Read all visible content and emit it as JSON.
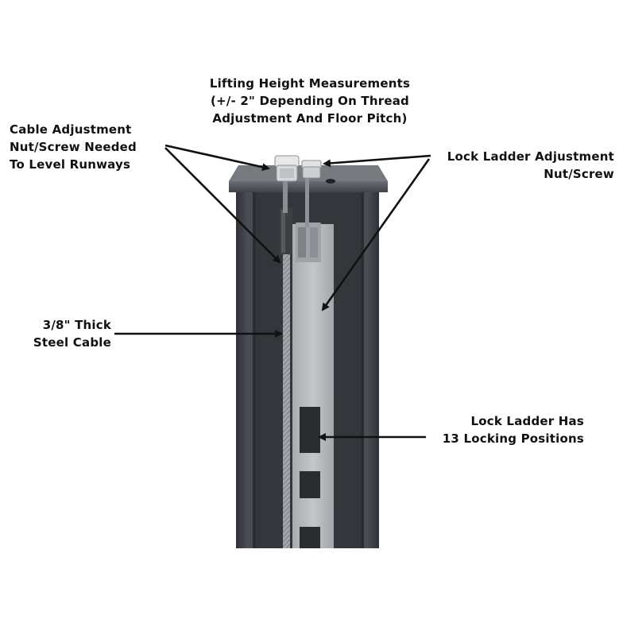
{
  "callouts": {
    "lifting_height": {
      "lines": [
        "Lifting Height Measurements",
        "(+/- 2\" Depending On Thread",
        "Adjustment And Floor Pitch)"
      ]
    },
    "cable_adjustment": {
      "lines": [
        "Cable Adjustment",
        "Nut/Screw Needed",
        "To Level Runways"
      ]
    },
    "lock_ladder_adjustment": {
      "lines": [
        "Lock Ladder Adjustment",
        "Nut/Screw"
      ]
    },
    "steel_cable": {
      "lines": [
        "3/8\" Thick",
        "Steel Cable"
      ]
    },
    "locking_positions": {
      "lines": [
        "Lock Ladder Has",
        "13 Locking Positions"
      ]
    }
  },
  "colors": {
    "column_dark": "#3c4046",
    "column_mid": "#5a5e64",
    "top_plate": "#50545a",
    "ladder": "#b8babd",
    "cable": "#9ea1a5",
    "arrow": "#111111"
  }
}
